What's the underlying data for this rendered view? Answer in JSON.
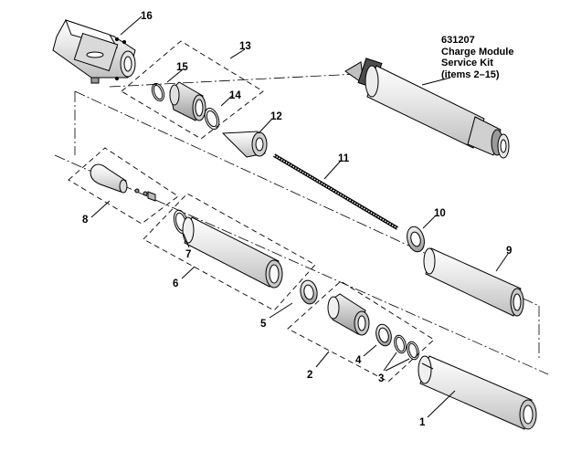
{
  "diagram": {
    "kit": {
      "part_number": "631207",
      "line1": "Charge Module",
      "line2": "Service Kit",
      "line3": "(items 2–15)"
    },
    "callouts": {
      "c1": "1",
      "c2": "2",
      "c3": "3",
      "c4": "4",
      "c5": "5",
      "c6": "6",
      "c7": "7",
      "c8": "8",
      "c9": "9",
      "c10": "10",
      "c11": "11",
      "c12": "12",
      "c13": "13",
      "c14": "14",
      "c15": "15",
      "c16": "16"
    },
    "line_color": "#000000",
    "shading_color": "#d9d9d9"
  }
}
